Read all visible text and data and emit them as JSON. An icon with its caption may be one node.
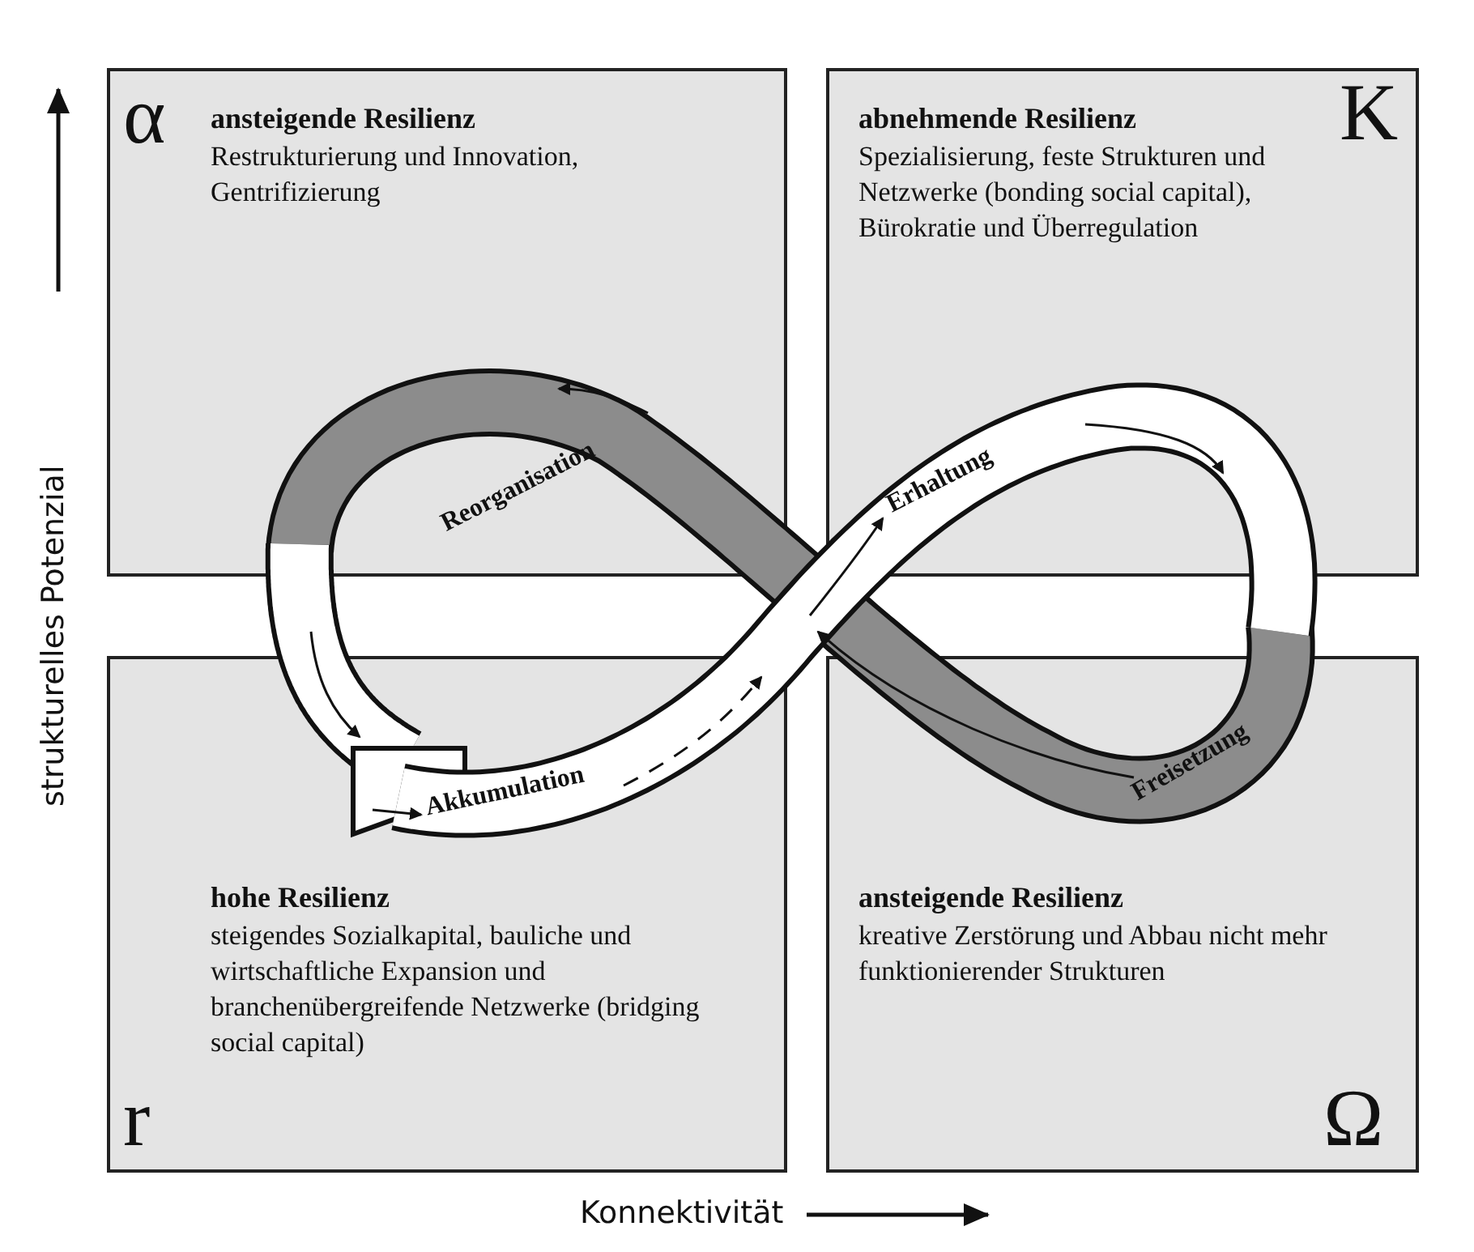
{
  "diagram": {
    "nodes": [
      {
        "text": [
          "α",
          "ansteigende Resilienz",
          "Restrukturierung und Innovation, Gentrifizierung"
        ]
      },
      {
        "text": [
          "abnehmende Resilienz",
          "K",
          "Spezialisierung, feste Strukturen und Netzwerke (bonding social capital), Bürokratie und Überregulation"
        ]
      },
      {
        "text": [
          "r",
          "hohe Resilienz",
          "steigendes Sozialkapital, bauliche und wirtschaftliche Expansion und branchenübergreifende Netzwerke (bridging social capital)"
        ]
      },
      {
        "text": [
          "Ω",
          "ansteigende Resilienz",
          "kreative Zerstörung und Abbau nicht mehr funktionierender Strukturen"
        ]
      }
    ],
    "labels": [
      "Reorganisation",
      "Erhaltung",
      "Akkumulation",
      "Freisetzung",
      "strukturelles Potenzial",
      "Konnektivität"
    ]
  }
}
